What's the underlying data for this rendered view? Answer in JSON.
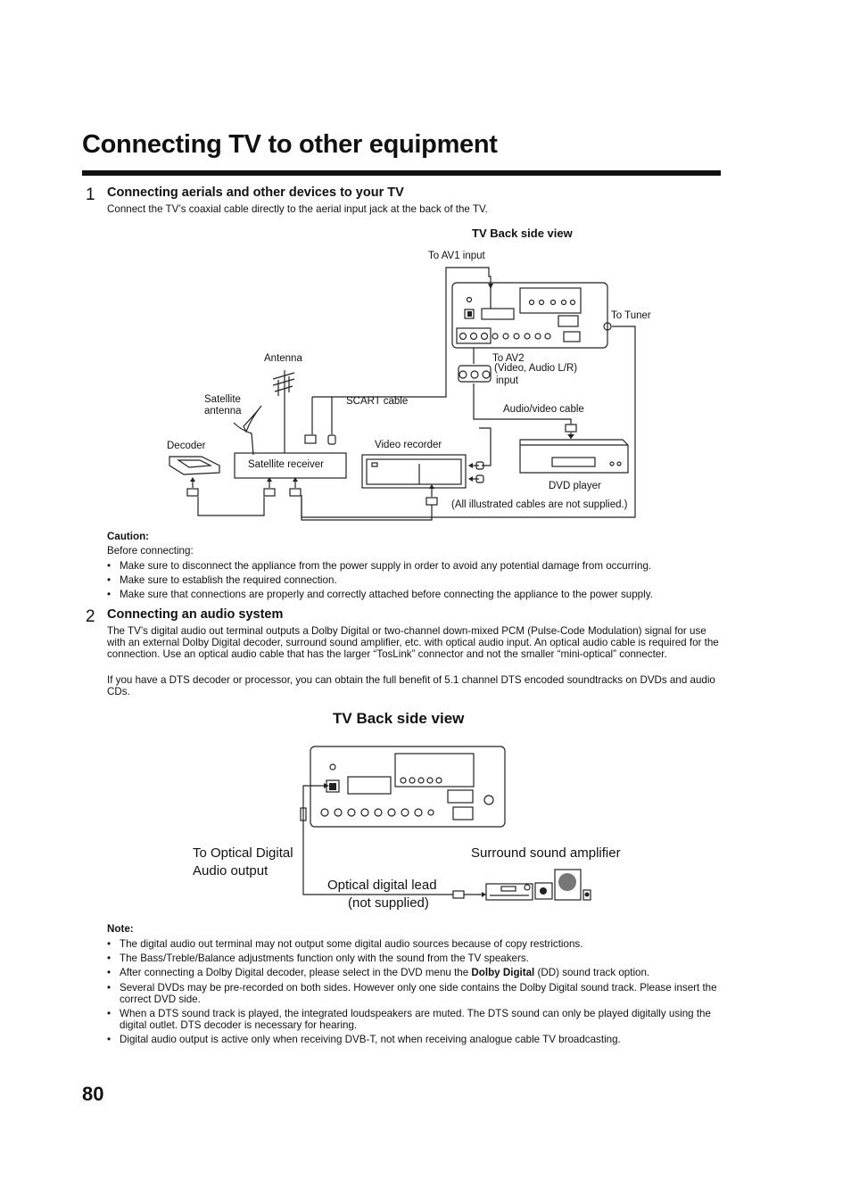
{
  "page": {
    "title": "Connecting TV to other equipment",
    "number": "80"
  },
  "section1": {
    "number": "1",
    "heading": "Connecting aerials and other devices to your TV",
    "intro": "Connect the TV’s coaxial cable directly to the aerial input jack at the back of the TV.",
    "diagram": {
      "view_label": "TV    Back side view",
      "to_av1": "To AV1 input",
      "to_tuner": "To Tuner",
      "to_av2": "To AV2",
      "av2_detail": "(Video, Audio L/R)",
      "av2_input": "input",
      "antenna": "Antenna",
      "satellite_antenna_1": "Satellite",
      "satellite_antenna_2": "antenna",
      "scart_cable": "SCART cable",
      "av_cable": "Audio/video cable",
      "decoder": "Decoder",
      "satellite_receiver": "Satellite receiver",
      "video_recorder": "Video recorder",
      "dvd_player": "DVD player",
      "cables_note": "(All illustrated cables are not supplied.)"
    },
    "caution": {
      "title": "Caution:",
      "lead": "Before connecting:",
      "items": [
        "Make sure to disconnect the appliance from the power supply in order to avoid any potential damage from occurring.",
        "Make sure to establish the required connection.",
        "Make sure that connections are properly and correctly attached before connecting the appliance to the power supply."
      ]
    }
  },
  "section2": {
    "number": "2",
    "heading": "Connecting an audio system",
    "para1": "The TV’s digital audio out terminal outputs a Dolby Digital or two-channel down-mixed PCM (Pulse-Code Modulation) signal for use with an external Dolby Digital decoder, surround sound amplifier, etc. with optical audio input. An optical audio cable is required for the connection. Use an optical audio cable that has the larger “TosLink” connector and not the smaller “mini-optical” connecter.",
    "para2": "If you have a DTS decoder or processor, you can obtain the full benefit of 5.1 channel DTS encoded soundtracks on DVDs and audio CDs.",
    "diagram": {
      "view_label": "TV    Back side view",
      "to_optical_1": "To Optical Digital",
      "to_optical_2": "Audio output",
      "surround": "Surround sound amplifier",
      "lead_1": "Optical digital lead",
      "lead_2": "(not supplied)"
    },
    "note": {
      "title": "Note:",
      "items": [
        {
          "text": "The digital audio out terminal may not output some digital audio sources because of copy restrictions."
        },
        {
          "text": "The Bass/Treble/Balance adjustments function only with the sound from the TV speakers."
        },
        {
          "pre": "After connecting a Dolby Digital decoder, please select in the DVD menu the ",
          "bold": "Dolby Digital",
          "post": " (DD) sound track option."
        },
        {
          "text": "Several DVDs may be pre-recorded on both sides. However only one side contains the Dolby Digital sound track. Please insert the correct DVD side."
        },
        {
          "text": "When a DTS sound track is played, the integrated loudspeakers are muted. The DTS sound can only be played digitally using the digital outlet. DTS decoder is necessary for hearing."
        },
        {
          "text": "Digital audio output is active only when receiving DVB-T, not when receiving analogue cable TV broadcasting."
        }
      ]
    }
  }
}
